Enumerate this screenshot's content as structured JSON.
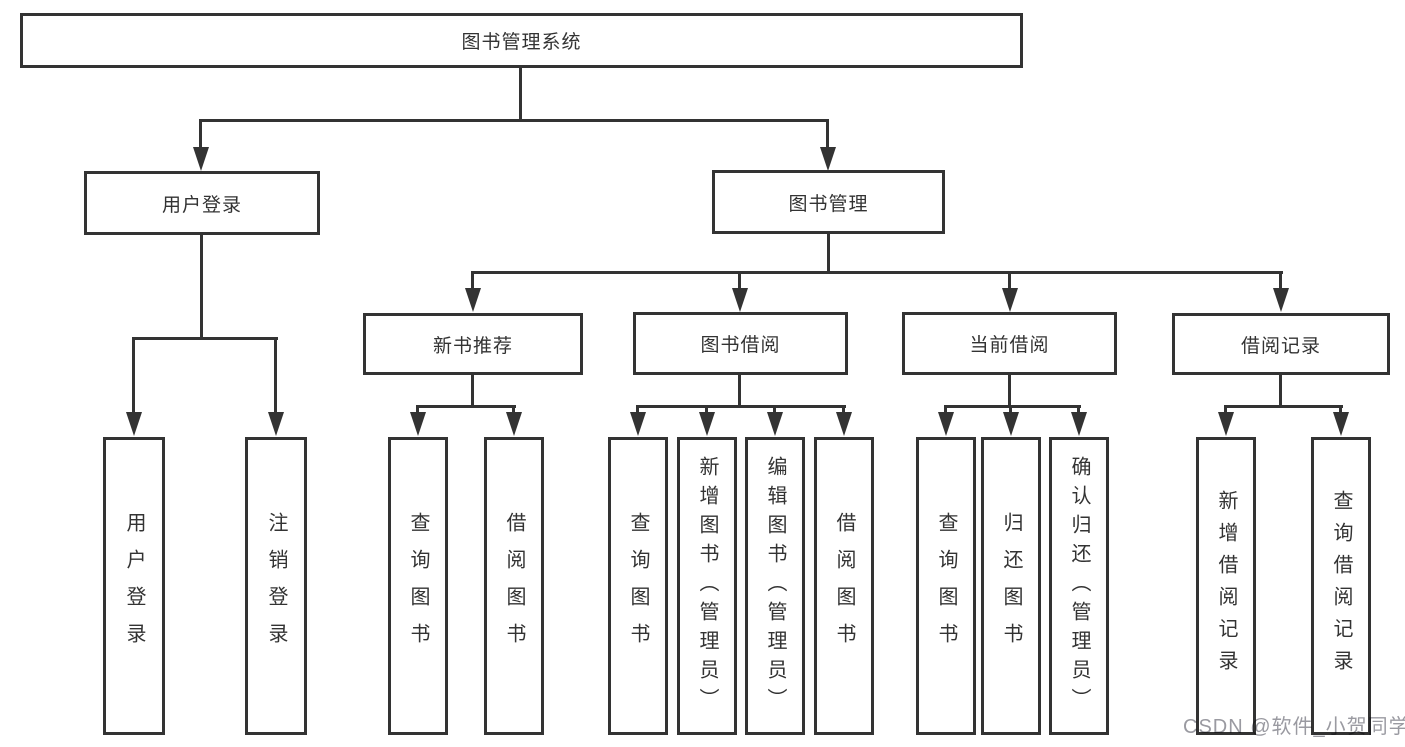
{
  "diagram": {
    "root": "图书管理系统",
    "branches": [
      {
        "label": "用户登录",
        "children": [
          "用户登录",
          "注销登录"
        ]
      },
      {
        "label": "图书管理",
        "children": [
          {
            "label": "新书推荐",
            "children": [
              "查询图书",
              "借阅图书"
            ]
          },
          {
            "label": "图书借阅",
            "children": [
              "查询图书",
              "新增图书（管理员）",
              "编辑图书（管理员）",
              "借阅图书"
            ]
          },
          {
            "label": "当前借阅",
            "children": [
              "查询图书",
              "归还图书",
              "确认归还（管理员）"
            ]
          },
          {
            "label": "借阅记录",
            "children": [
              "新增借阅记录",
              "查询借阅记录"
            ]
          }
        ]
      }
    ]
  },
  "watermark": {
    "text": "CSDN @软件_小贺同学"
  },
  "colors": {
    "line": "#333333",
    "border": "#333333",
    "text": "#333333",
    "background": "#ffffff",
    "watermark": "#9a9aa1"
  }
}
